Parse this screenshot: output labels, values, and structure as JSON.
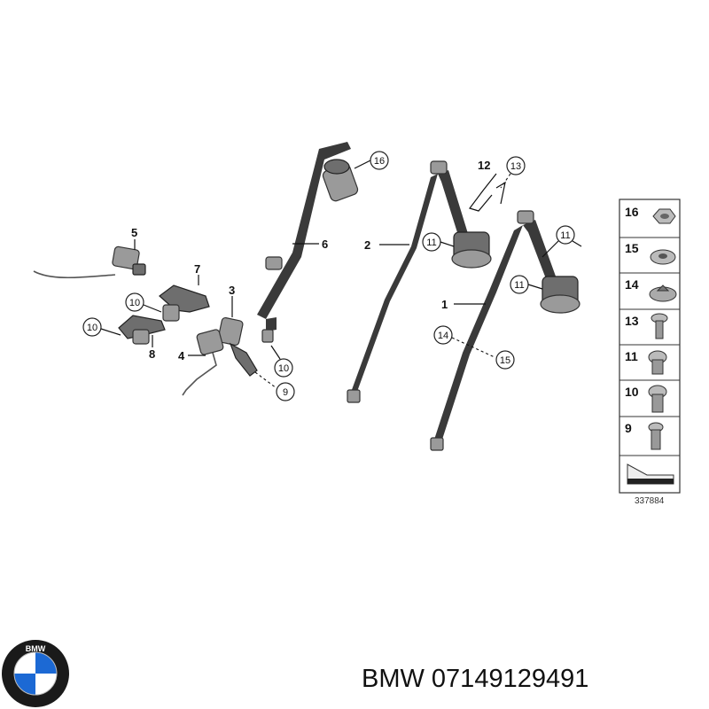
{
  "diagram": {
    "callouts": {
      "p1": "1",
      "p2": "2",
      "p3": "3",
      "p4": "4",
      "p5": "5",
      "p6": "6",
      "p7": "7",
      "p8": "8",
      "p12": "12",
      "c16a": "16",
      "c11a": "11",
      "c11b": "11",
      "c11c": "11",
      "c13": "13",
      "c10a": "10",
      "c10b": "10",
      "c10c": "10",
      "c9": "9",
      "c14": "14",
      "c15": "15"
    },
    "legend": {
      "items": [
        {
          "num": "16",
          "icon": "hex-nut-icon"
        },
        {
          "num": "15",
          "icon": "washer-icon"
        },
        {
          "num": "14",
          "icon": "spacer-washer-icon"
        },
        {
          "num": "13",
          "icon": "short-screw-icon"
        },
        {
          "num": "11",
          "icon": "bolt-icon"
        },
        {
          "num": "10",
          "icon": "bolt-icon"
        },
        {
          "num": "9",
          "icon": "bolt-icon"
        }
      ],
      "reference": "337884"
    }
  },
  "footer": {
    "brand": "BMW",
    "part_number": "BMW 07149129491"
  },
  "colors": {
    "belt": "#3a3a3a",
    "part_grey": "#9a9a9a",
    "logo_blue": "#1c69d4",
    "logo_ring": "#1a1a1a"
  }
}
